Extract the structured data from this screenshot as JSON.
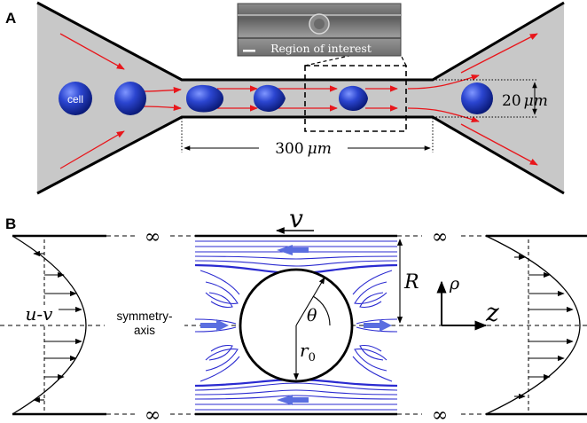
{
  "panel_a": {
    "label": "A",
    "cell_label": "cell",
    "inset_label": "Region of interest",
    "width_label": "20",
    "width_unit": "μm",
    "length_label": "300",
    "length_unit": "μm",
    "colors": {
      "channel_fill": "#c8c8c8",
      "cell": "#2236b8",
      "flow": "#e8161b"
    }
  },
  "panel_b": {
    "label": "B",
    "velocity": "v",
    "radius_label": "R",
    "rho_label": "ρ",
    "z_label": "z",
    "theta_label": "θ",
    "r0_main": "r",
    "r0_sub": "0",
    "relative_velocity": "u-v",
    "symmetry_line1": "symmetry-",
    "symmetry_line2": "axis",
    "infinity": "∞",
    "colors": {
      "streamline": "#2a2ad0",
      "arrow": "#6a78e0"
    }
  }
}
